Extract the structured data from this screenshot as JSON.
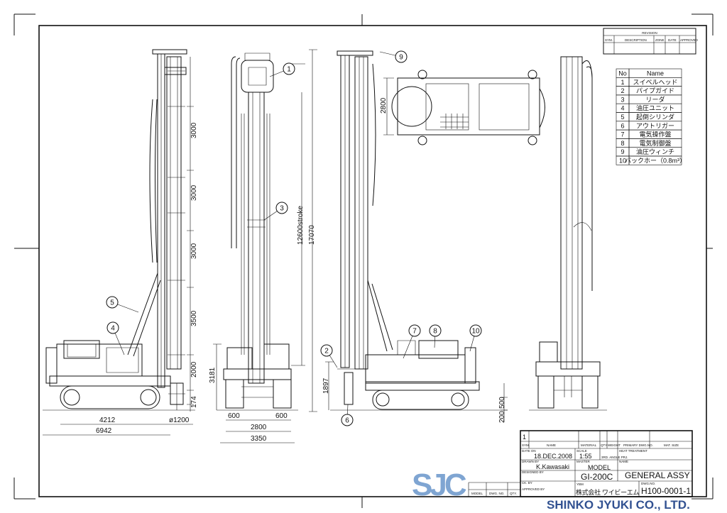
{
  "revision": {
    "title": "REVISION",
    "headers": [
      "SYM.",
      "DESCRIPTION",
      "ZONE",
      "DATE",
      "APPROVED"
    ]
  },
  "parts_list": {
    "headers": [
      "No",
      "Name"
    ],
    "rows": [
      [
        "1",
        "スイベルヘッド"
      ],
      [
        "2",
        "パイプガイド"
      ],
      [
        "3",
        "リーダ"
      ],
      [
        "4",
        "油圧ユニット"
      ],
      [
        "5",
        "起倒シリンダ"
      ],
      [
        "6",
        "アウトリガー"
      ],
      [
        "7",
        "電気操作盤"
      ],
      [
        "8",
        "電気制御盤"
      ],
      [
        "9",
        "油圧ウィンチ"
      ],
      [
        "10",
        "バックホー（0.8m³）"
      ]
    ]
  },
  "dimensions": {
    "side": [
      "3000",
      "3000",
      "3000",
      "3500",
      "2000",
      "174",
      "4212",
      "ø1200",
      "6942"
    ],
    "front": [
      "3181",
      "600",
      "2800",
      "600",
      "3350",
      "12600stroke",
      "17070"
    ],
    "right": [
      "1897",
      "200",
      "500"
    ],
    "plan": [
      "2800"
    ]
  },
  "callouts": [
    "1",
    "2",
    "3",
    "4",
    "5",
    "6",
    "7",
    "8",
    "9",
    "10"
  ],
  "title_block": {
    "sym_value": "1",
    "headers": [
      "SYM.",
      "NAME",
      "MATERIAL",
      "QTY.",
      "WEIGHT",
      "PRIMARY DWG.NO.",
      "MAT. SIZE"
    ],
    "date_label": "DATE ON",
    "date": "18.DEC.2008",
    "scale_label": "SCALE",
    "scale": "1:55",
    "projection": "3RD. ANGLE PRJ.",
    "heat_label": "HEAT TREATMENT",
    "drawn_label": "DRAWN BY",
    "drawn_by": "K.Kawasaki",
    "designed_label": "DESIGNED BY",
    "checked_label": "CK. BY",
    "approved_label": "APPROVED BY",
    "master_label": "MASTER",
    "model_label": "MODEL",
    "model": "GI-200C",
    "name_label": "NAME",
    "name": "GENERAL ASSY",
    "dwg_label": "DWG.NO.",
    "dwg_no": "H100-0001-1",
    "company_jp": "株式会社 ワイビーエム",
    "company_mark": "YBM",
    "left_headers": [
      "MODEL",
      "DWG. NO.",
      "QTY."
    ]
  },
  "watermark": {
    "logo": "SJC",
    "company": "SHINKO JYUKI CO., LTD."
  }
}
